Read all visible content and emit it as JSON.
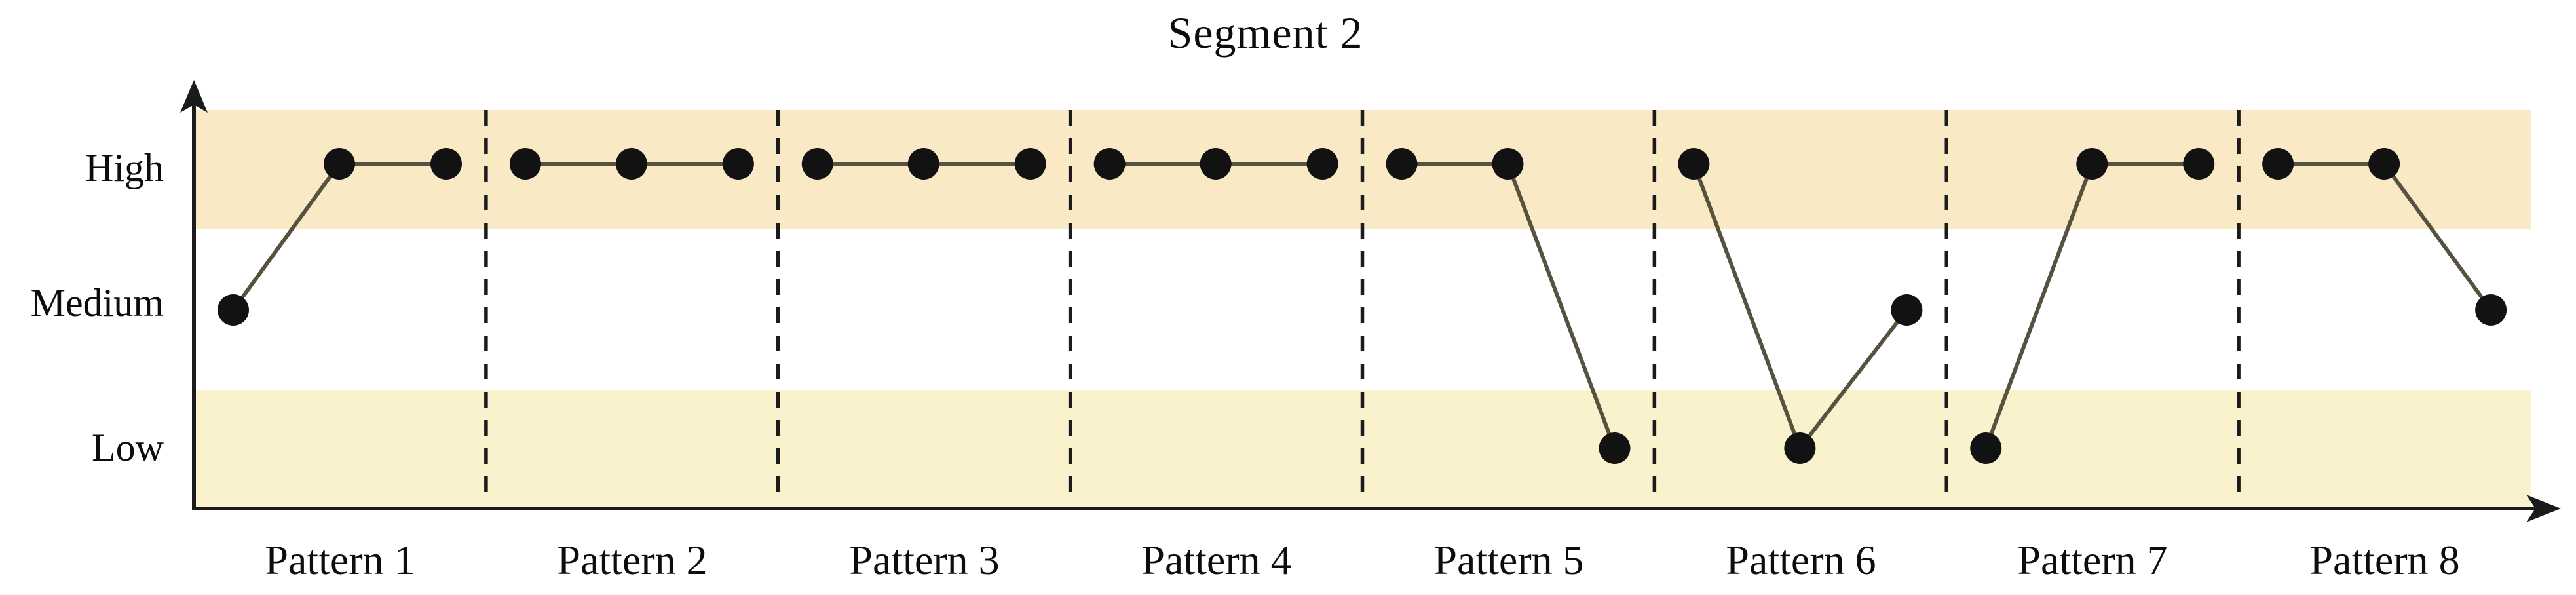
{
  "chart_data": {
    "type": "line",
    "title": "Segment 2",
    "xlabel": "",
    "ylabel": "",
    "y_tick_labels": [
      "High",
      "Medium",
      "Low"
    ],
    "y_levels_top_to_bottom": [
      "High",
      "Medium",
      "Low"
    ],
    "points_per_pattern": 3,
    "series": [
      {
        "name": "Pattern 1",
        "values": [
          "Medium",
          "High",
          "High"
        ]
      },
      {
        "name": "Pattern 2",
        "values": [
          "High",
          "High",
          "High"
        ]
      },
      {
        "name": "Pattern 3",
        "values": [
          "High",
          "High",
          "High"
        ]
      },
      {
        "name": "Pattern 4",
        "values": [
          "High",
          "High",
          "High"
        ]
      },
      {
        "name": "Pattern 5",
        "values": [
          "High",
          "High",
          "Low"
        ]
      },
      {
        "name": "Pattern 6",
        "values": [
          "High",
          "Low",
          "Medium"
        ]
      },
      {
        "name": "Pattern 7",
        "values": [
          "Low",
          "High",
          "High"
        ]
      },
      {
        "name": "Pattern 8",
        "values": [
          "High",
          "High",
          "Medium"
        ]
      }
    ],
    "shaded_bands": [
      {
        "level": "High",
        "color": "#F9E9C4"
      },
      {
        "level": "Low",
        "color": "#FAF2CD"
      }
    ],
    "separators": "dashed vertical lines between patterns",
    "grid": false,
    "legend": null,
    "colors": {
      "high_band": "#F9E9C4",
      "low_band": "#FAF2CD",
      "dot": "#121212",
      "line": "#56523f",
      "axis": "#1b1b1b",
      "background": "#ffffff"
    }
  }
}
